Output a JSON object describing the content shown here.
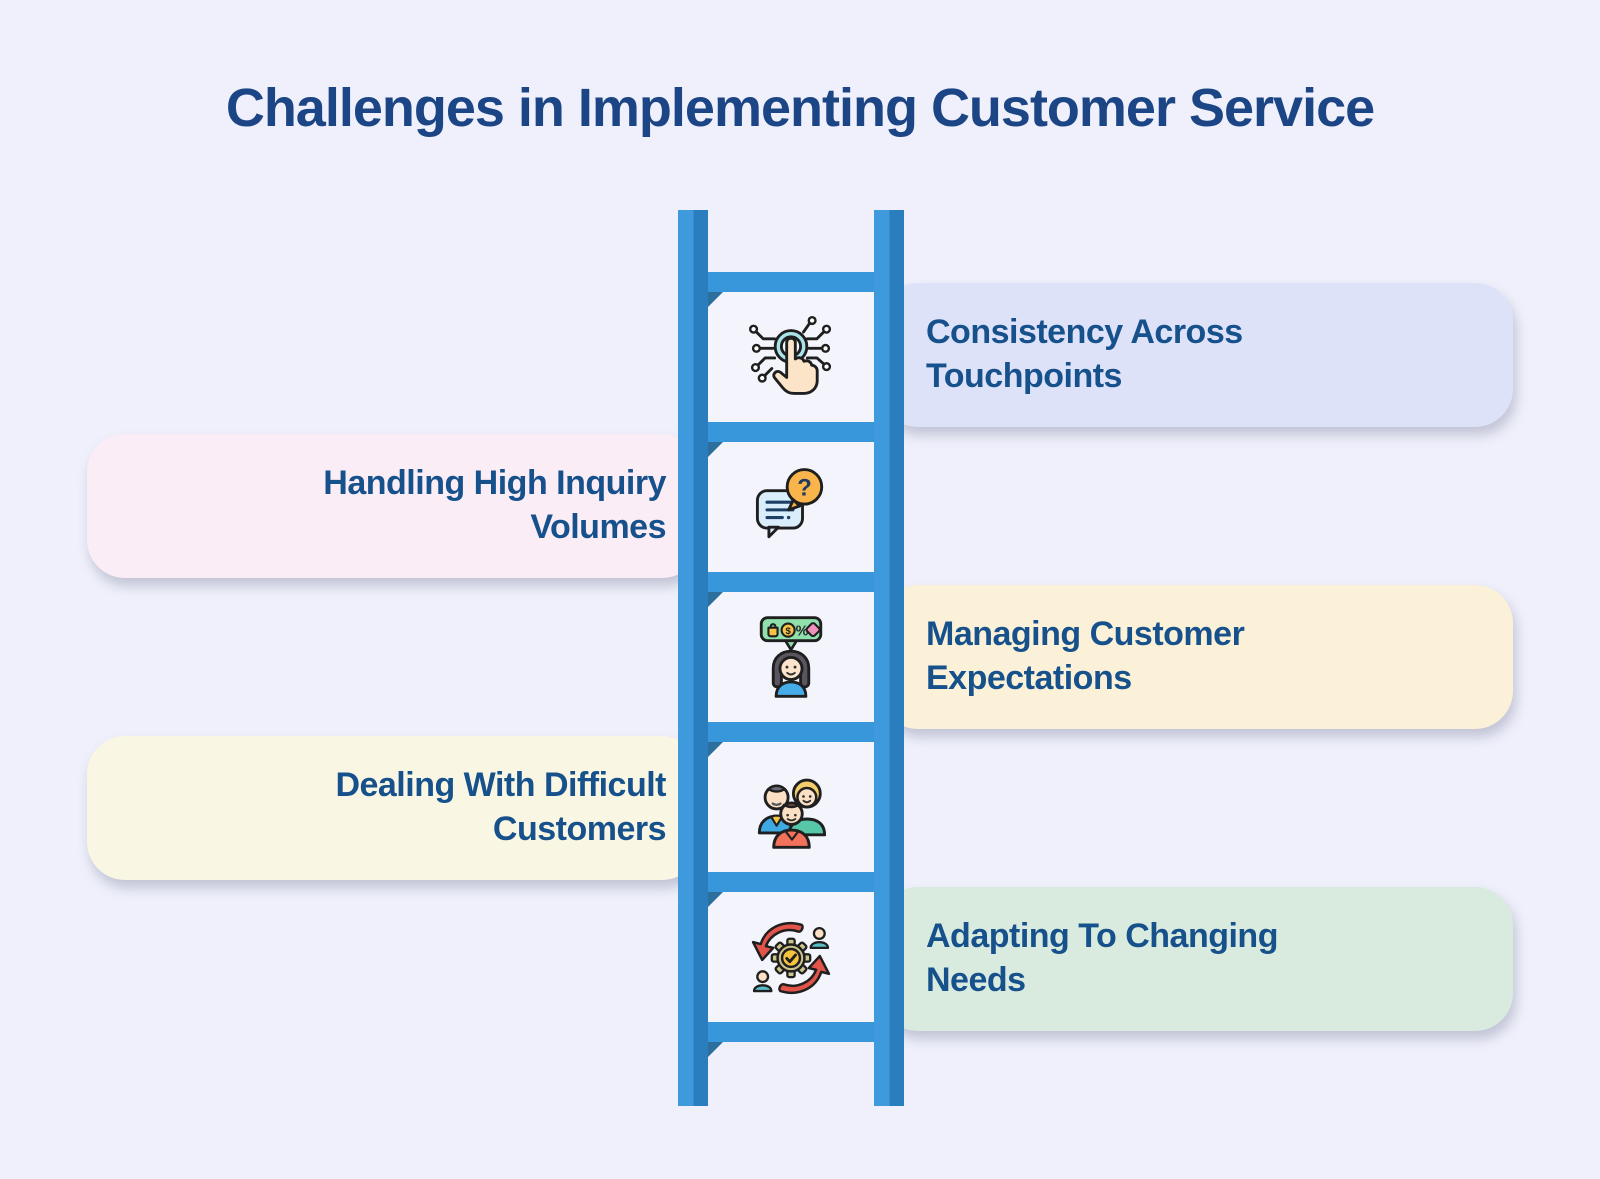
{
  "title": "Challenges in Implementing Customer Service",
  "colors": {
    "background": "#EFF0FB",
    "title_text": "#1B4584",
    "item_text": "#17518C",
    "ladder_rail_light": "#3E9ADD",
    "ladder_rail_dark": "#2B7EBD",
    "ladder_rung": "#3897DB",
    "rung_shadow": "#2C6F9C",
    "icon_cell": "#F4F5FC"
  },
  "items": [
    {
      "label": "Consistency Across\nTouchpoints",
      "side": "right",
      "card_color": "#DDE2F9",
      "icon": "touch-network-icon"
    },
    {
      "label": "Handling High Inquiry\nVolumes",
      "side": "left",
      "card_color": "#FBEDF6",
      "icon": "chat-question-icon"
    },
    {
      "label": "Managing Customer\nExpectations",
      "side": "right",
      "card_color": "#FBF0D8",
      "icon": "customer-expectations-icon"
    },
    {
      "label": "Dealing With Difficult\nCustomers",
      "side": "left",
      "card_color": "#FAF6E4",
      "icon": "difficult-customers-icon"
    },
    {
      "label": "Adapting To Changing\nNeeds",
      "side": "right",
      "card_color": "#D9EBDF",
      "icon": "adapt-change-icon"
    }
  ]
}
